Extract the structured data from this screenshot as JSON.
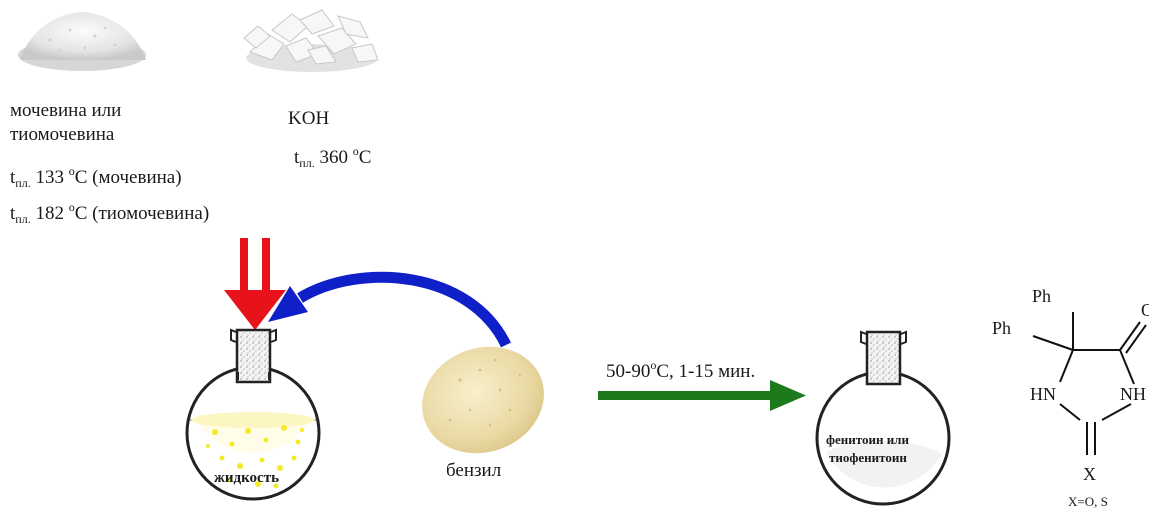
{
  "reagents": {
    "urea": {
      "name_line1": "мочевина или",
      "name_line2": "тиомочевина",
      "mp1_prefix": "t",
      "mp1_sub": "пл.",
      "mp1_value": "133",
      "mp1_deg": "o",
      "mp1_unit": "C (мочевина)",
      "mp2_prefix": "t",
      "mp2_sub": "пл.",
      "mp2_value": "182",
      "mp2_deg": "o",
      "mp2_unit": "C (тиомочевина)"
    },
    "koh": {
      "name": "KOH",
      "mp_prefix": "t",
      "mp_sub": "пл.",
      "mp_value": "360",
      "mp_deg": "o",
      "mp_unit": "C"
    },
    "benzil": {
      "name": "бензил"
    }
  },
  "flask_left": {
    "label": "жидкость"
  },
  "reaction": {
    "conditions_a": "50-90",
    "conditions_deg": "o",
    "conditions_b": "C, 1-15 мин."
  },
  "flask_right": {
    "label_line1": "фенитоин или",
    "label_line2": "тиофенитоин"
  },
  "structure": {
    "ph_top": "Ph",
    "ph_left": "Ph",
    "o_atom": "O",
    "nh_left": "HN",
    "nh_right": "NH",
    "x_atom": "X",
    "caption": "X=O, S"
  },
  "colors": {
    "red_arrow": "#e8121b",
    "blue_arrow": "#1020c8",
    "green_arrow": "#1c7a1c",
    "liquid": "#fffde8",
    "bubbles": "#f3ea2a",
    "benzil": "#efe3b4",
    "product_powder": "#f2f2f2"
  }
}
